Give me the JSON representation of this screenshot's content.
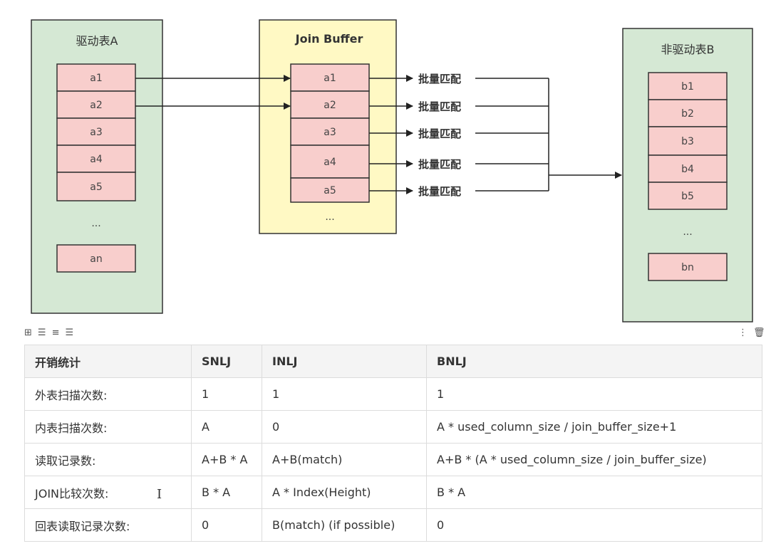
{
  "diagram": {
    "driver_table": {
      "title": "驱动表A",
      "rows": [
        "a1",
        "a2",
        "a3",
        "a4",
        "a5"
      ],
      "ellipsis": "...",
      "last": "an"
    },
    "join_buffer": {
      "title": "Join Buffer",
      "rows": [
        "a1",
        "a2",
        "a3",
        "a4",
        "a5"
      ],
      "ellipsis": "..."
    },
    "match_labels": [
      "批量匹配",
      "批量匹配",
      "批量匹配",
      "批量匹配",
      "批量匹配"
    ],
    "driven_table": {
      "title": "非驱动表B",
      "rows": [
        "b1",
        "b2",
        "b3",
        "b4",
        "b5"
      ],
      "ellipsis": "...",
      "last": "bn"
    },
    "colors": {
      "table_fill": "#d5e8d4",
      "table_stroke": "#333333",
      "buffer_fill": "#fff9c4",
      "cell_fill": "#f8cecc"
    }
  },
  "toolbar": {
    "left_icons": [
      "grid-icon",
      "align-left-icon",
      "align-center-icon",
      "align-right-icon"
    ],
    "right_icons": [
      "more-vertical-icon",
      "trash-icon"
    ]
  },
  "table": {
    "headers": [
      "开销统计",
      "SNLJ",
      "INLJ",
      "BNLJ"
    ],
    "rows": [
      [
        "外表扫描次数:",
        "1",
        "1",
        "1"
      ],
      [
        "内表扫描次数:",
        "A",
        "0",
        "A * used_column_size / join_buffer_size+1"
      ],
      [
        "读取记录数:",
        "A+B * A",
        "A+B(match)",
        "A+B * (A * used_column_size / join_buffer_size)"
      ],
      [
        "JOIN比较次数:",
        "B * A",
        "A * Index(Height)",
        "B * A"
      ],
      [
        "回表读取记录次数:",
        "0",
        "B(match) (if possible)",
        "0"
      ]
    ]
  }
}
